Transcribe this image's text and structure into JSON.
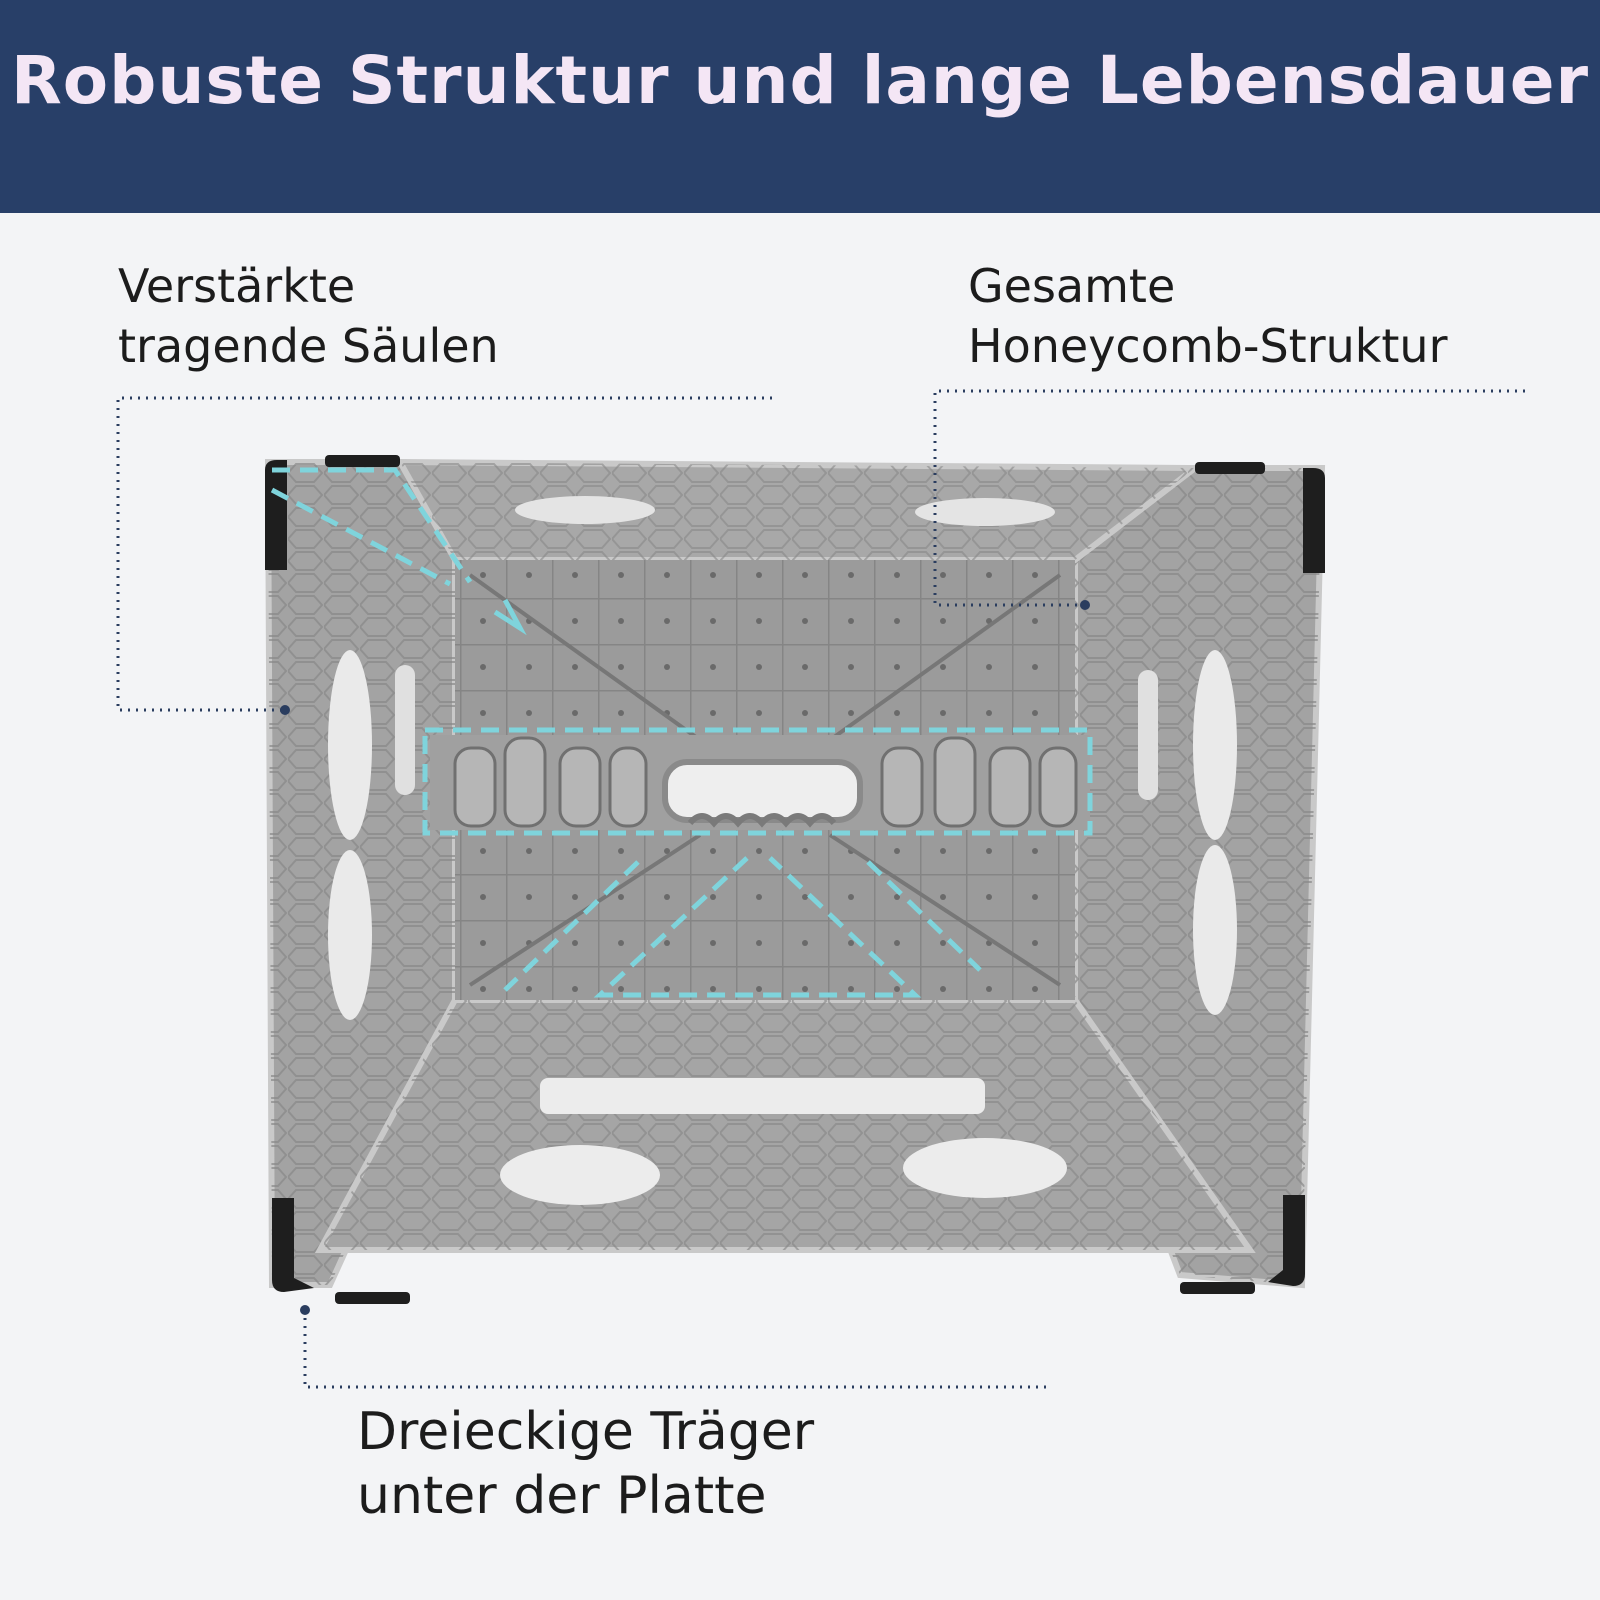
{
  "header": {
    "title": "Robuste Struktur und lange Lebensdauer"
  },
  "callouts": {
    "columns": {
      "line1": "Verstärkte",
      "line2": "tragende Säulen"
    },
    "honeycomb": {
      "line1": "Gesamte",
      "line2": "Honeycomb-Struktur"
    },
    "triangles": {
      "line1": "Dreieckige Träger",
      "line2": "unter der Platte"
    }
  },
  "colors": {
    "banner": "#283f68",
    "title_text": "#f4e6f5",
    "highlight_dashes": "#7fd4dc",
    "leader_dots": "#2a3d5f",
    "stool_plastic": "#9a9a9a",
    "stool_light": "#c6c6c6"
  }
}
